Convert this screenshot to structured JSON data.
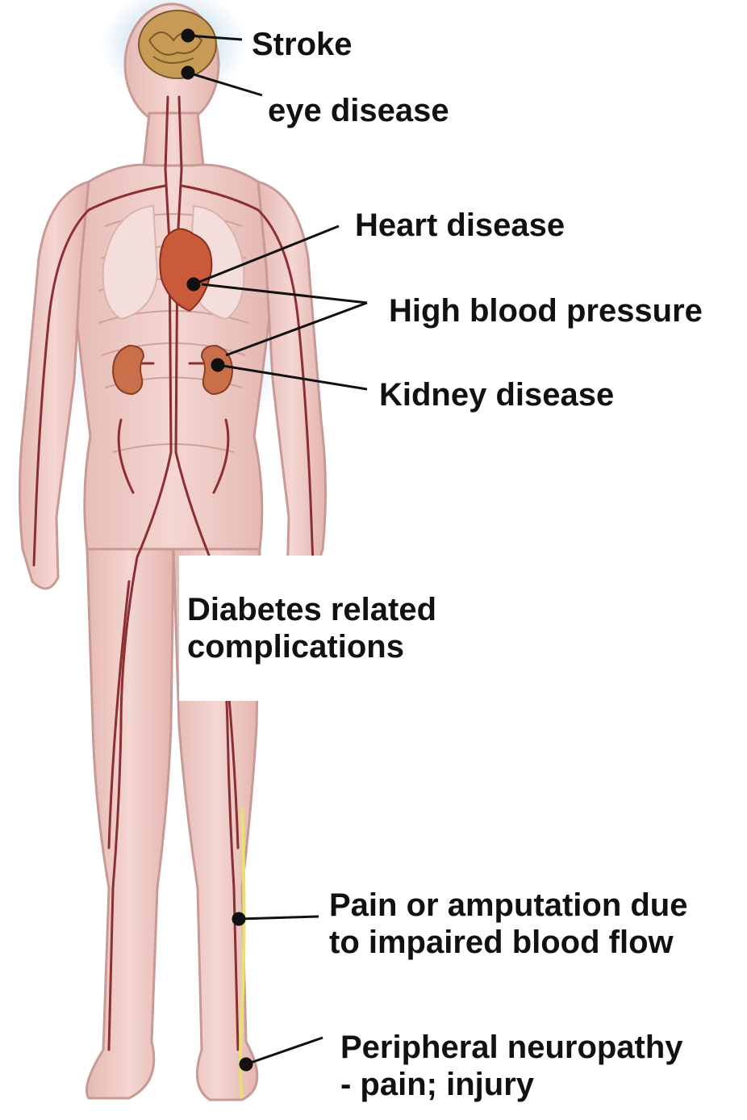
{
  "labels": {
    "stroke": "Stroke",
    "eye": "eye disease",
    "heart": "Heart disease",
    "bp": "High blood pressure",
    "kidney": "Kidney disease",
    "diabetes": [
      "Diabetes related",
      "complications"
    ],
    "pain": [
      "Pain or amputation due",
      "to impaired blood flow"
    ],
    "neuro": [
      "Peripheral neuropathy",
      "- pain; injury"
    ]
  },
  "colors": {
    "skin": "#efc8c3",
    "skin_outline": "#c99a95",
    "vessel": "#8a2f34",
    "organ": "#c95a3a",
    "brain": "#c79a55",
    "highlight": "#9cc7e0",
    "nerve": "#e8e070",
    "pointer": "#111111"
  },
  "icons": [
    "human-body-figure",
    "brain-icon",
    "heart-icon",
    "kidney-icon"
  ]
}
